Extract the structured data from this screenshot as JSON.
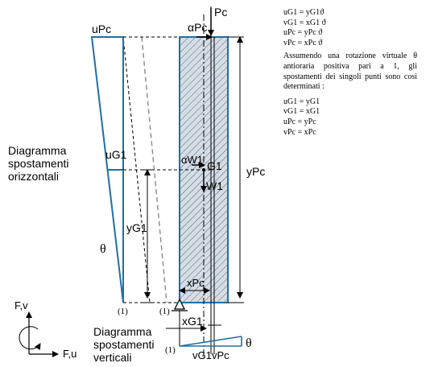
{
  "labels": {
    "u_pc": "uPc",
    "u_g1": "uG1",
    "alpha_pc": "αPc",
    "p_c": "Pc",
    "alpha_w1": "αW1",
    "g1": "G1",
    "w1": "W1",
    "y_pc": "yPc",
    "y_g1": "yG1",
    "theta": "θ",
    "x_pc": "xPc",
    "x_g1": "xG1",
    "hinge_left": "(1)",
    "hinge_right": "(1)",
    "hinge_bottom": "(1)",
    "v_g1": "vG1",
    "v_pc": "vPc",
    "theta_bottom": "θ",
    "axis_fv": "F,v",
    "axis_fu": "F,u"
  },
  "titles": {
    "horizontal": [
      "Diagramma",
      "spostamenti",
      "orizzontali"
    ],
    "vertical": [
      "Diagramma",
      "spostamenti",
      "verticali"
    ]
  },
  "notes": {
    "block1": [
      "uG1 = yG1ϑ",
      "vG1 = xG1 ϑ",
      "uPc = yPc ϑ",
      "vPc = xPc ϑ"
    ],
    "paragraph": "Assumendo una rotazione virtuale θ antioraria positiva pari a 1, gli spostamenti dei singoli punti sono così determinati :",
    "block2": [
      "uG1 = yG1",
      "vG1 = xG1",
      "uPc = yPc",
      "vPc = xPc"
    ]
  },
  "colors": {
    "structure": "#1f6fa5",
    "hatch": "#5a5a5a",
    "fill": "#cfdbe6",
    "lines": "#000000"
  }
}
